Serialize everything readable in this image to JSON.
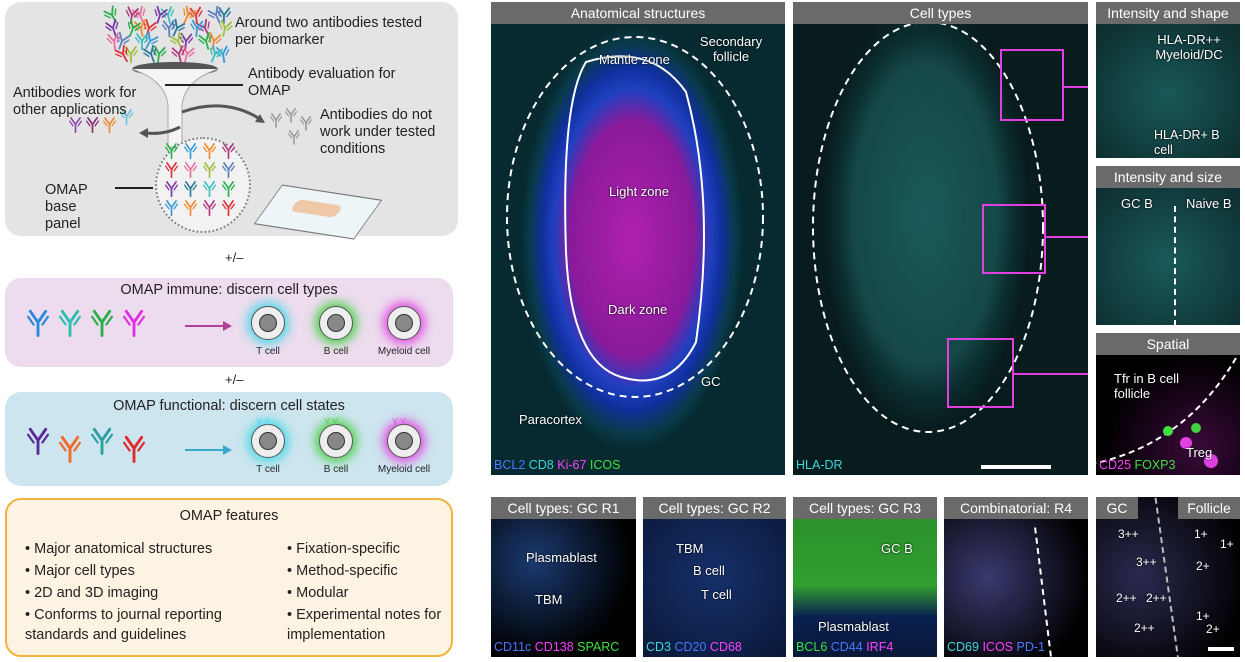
{
  "panel_a": {
    "tested_label": "Around two antibodies tested per biomarker",
    "evaluation_label": "Antibody evaluation for OMAP",
    "other_apps_label": "Antibodies work for other applications",
    "not_work_label": "Antibodies do not work under tested conditions",
    "base_panel_label": "OMAP base panel"
  },
  "plus_minus": "+/–",
  "immune": {
    "title": "OMAP immune: discern cell types",
    "cells": [
      "T cell",
      "B cell",
      "Myeloid cell"
    ],
    "arrow_color": "#b0409a"
  },
  "functional": {
    "title": "OMAP functional: discern cell states",
    "cells": [
      "T cell",
      "B cell",
      "Myeloid cell"
    ],
    "arrow_color": "#3aa8c8"
  },
  "features": {
    "title": "OMAP features",
    "left": [
      "Major anatomical structures",
      "Major cell types",
      "2D and 3D imaging",
      "Conforms to journal reporting standards and guidelines"
    ],
    "right": [
      "Fixation-specific",
      "Method-specific",
      "Modular",
      "Experimental notes for implementation"
    ]
  },
  "anatomical": {
    "title": "Anatomical structures",
    "labels": {
      "secondary_follicle": "Secondary follicle",
      "mantle": "Mantle zone",
      "light": "Light zone",
      "dark": "Dark zone",
      "gc": "GC",
      "paracortex": "Paracortex"
    },
    "channels": [
      {
        "name": "BCL2",
        "color": "#4a78ff"
      },
      {
        "name": "CD8",
        "color": "#3fd6d6"
      },
      {
        "name": "Ki-67",
        "color": "#ff40ff"
      },
      {
        "name": "ICOS",
        "color": "#40e040"
      }
    ]
  },
  "cell_types": {
    "title": "Cell types",
    "channels": [
      {
        "name": "HLA-DR",
        "color": "#3fd6d6"
      }
    ]
  },
  "intensity_shape": {
    "title": "Intensity and shape",
    "labels": [
      "HLA-DR++ Myeloid/DC",
      "HLA-DR+ B cell"
    ]
  },
  "intensity_size": {
    "title": "Intensity and size",
    "labels": [
      "GC B",
      "Naive B"
    ]
  },
  "spatial": {
    "title": "Spatial",
    "labels": [
      "Tfr in B cell follicle",
      "Treg"
    ],
    "channels": [
      {
        "name": "CD25",
        "color": "#ff40ff"
      },
      {
        "name": "FOXP3",
        "color": "#40e040"
      }
    ]
  },
  "r1": {
    "title": "Cell types: GC R1",
    "labels": [
      "Plasmablast",
      "TBM"
    ],
    "channels": [
      {
        "name": "CD11c",
        "color": "#4a78ff"
      },
      {
        "name": "CD138",
        "color": "#ff40ff"
      },
      {
        "name": "SPARC",
        "color": "#40e040"
      }
    ]
  },
  "r2": {
    "title": "Cell types: GC R2",
    "labels": [
      "TBM",
      "B cell",
      "T cell"
    ],
    "channels": [
      {
        "name": "CD3",
        "color": "#3fd6d6"
      },
      {
        "name": "CD20",
        "color": "#4a78ff"
      },
      {
        "name": "CD68",
        "color": "#ff40ff"
      }
    ]
  },
  "r3": {
    "title": "Cell types: GC R3",
    "labels": [
      "GC B",
      "Plasmablast"
    ],
    "channels": [
      {
        "name": "BCL6",
        "color": "#40e040"
      },
      {
        "name": "CD44",
        "color": "#4a78ff"
      },
      {
        "name": "IRF4",
        "color": "#ff40ff"
      }
    ]
  },
  "r4": {
    "title": "Combinatorial: R4",
    "channels": [
      {
        "name": "CD69",
        "color": "#3fd6d6"
      },
      {
        "name": "ICOS",
        "color": "#ff40ff"
      },
      {
        "name": "PD-1",
        "color": "#4a78ff"
      }
    ]
  },
  "r5": {
    "title_left": "GC",
    "title_right": "Follicle",
    "labels": [
      "3++",
      "1+",
      "1+",
      "3++",
      "2+",
      "2++",
      "2++",
      "1+",
      "2++",
      "2+"
    ]
  }
}
